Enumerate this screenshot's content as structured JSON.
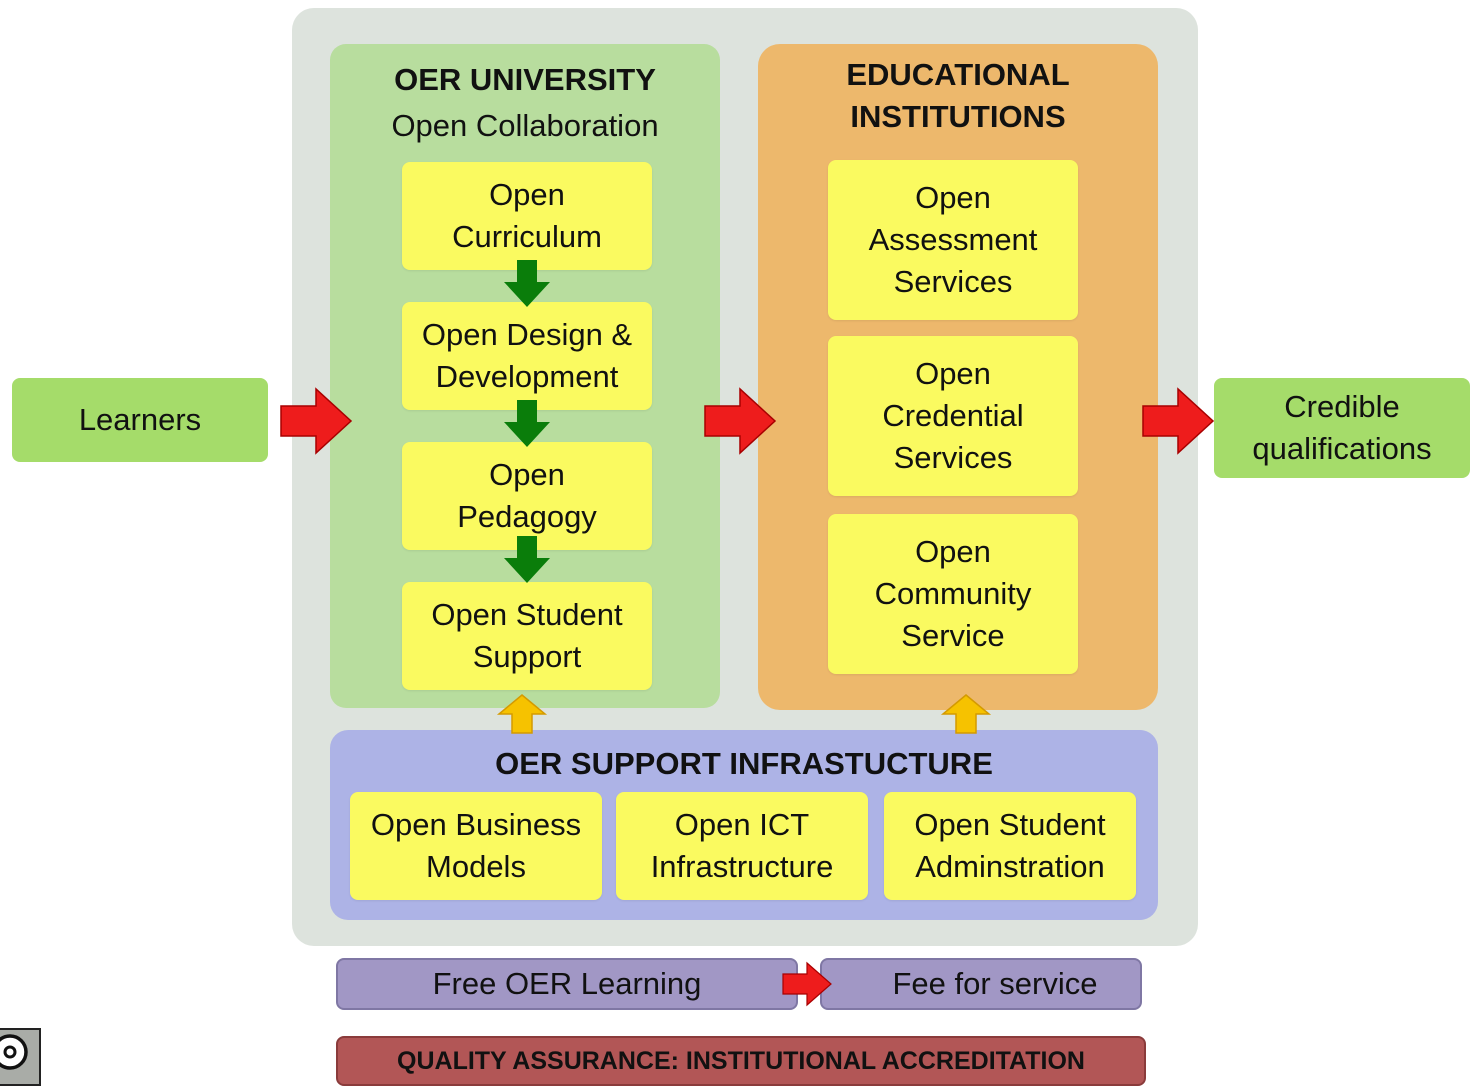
{
  "learners": "Learners",
  "outcome": "Credible\nqualifications",
  "oer_university": {
    "title": "OER UNIVERSITY",
    "subtitle": "Open Collaboration",
    "items": [
      "Open\nCurriculum",
      "Open Design &\nDevelopment",
      "Open\nPedagogy",
      "Open Student\nSupport"
    ]
  },
  "institutions": {
    "title": "EDUCATIONAL\nINSTITUTIONS",
    "items": [
      "Open\nAssessment\nServices",
      "Open\nCredential\nServices",
      "Open\nCommunity\nService"
    ]
  },
  "support": {
    "title": "OER SUPPORT INFRASTUCTURE",
    "items": [
      "Open Business\nModels",
      "Open ICT\nInfrastructure",
      "Open Student\nAdminstration"
    ]
  },
  "free_label": "Free OER Learning",
  "fee_label": "Fee for service",
  "qa_label": "QUALITY ASSURANCE: INSTITUTIONAL ACCREDITATION",
  "colors": {
    "flow_arrow": "#ee1c1c",
    "green_arrow": "#0a7d0a",
    "support_arrow": "#f6c200",
    "item_fill": "#fafa60"
  }
}
